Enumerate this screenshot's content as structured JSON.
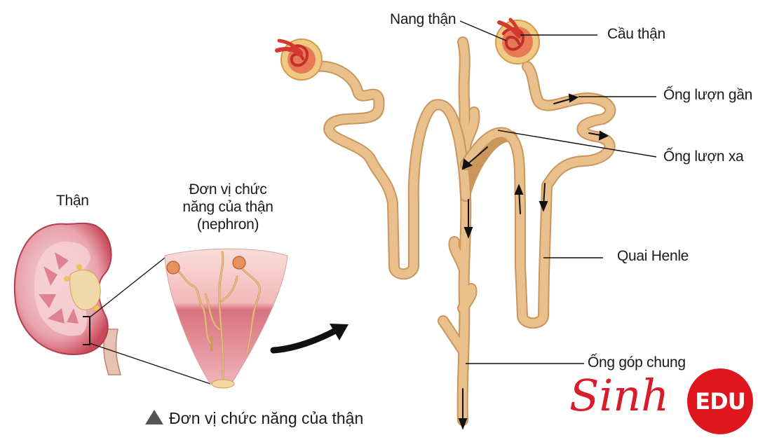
{
  "labels": {
    "kidney": "Thận",
    "nephron_unit": "Đơn vị chức năng của thận (nephron)",
    "capsule": "Nang thận",
    "glomerulus": "Cầu thận",
    "proximal_tubule": "Ống lượn gần",
    "distal_tubule": "Ống lượn xa",
    "loop_henle": "Quai Henle",
    "collecting_duct": "Ống góp chung"
  },
  "caption": "Đơn vị chức năng của thận",
  "logo": {
    "text_script": "Sinh",
    "text_badge": "EDU"
  },
  "colors": {
    "tube": "#e9bf8c",
    "tube_edge": "#c9965c",
    "kidney_outer": "#c94a5a",
    "kidney_inner": "#f3c9cf",
    "cone_top": "#f6d5d0",
    "cone_bottom": "#c9485e",
    "brand_red": "#e0161f"
  },
  "icons": [
    "triangle-bullet-icon",
    "curved-arrow-icon",
    "flow-arrow-icon"
  ]
}
